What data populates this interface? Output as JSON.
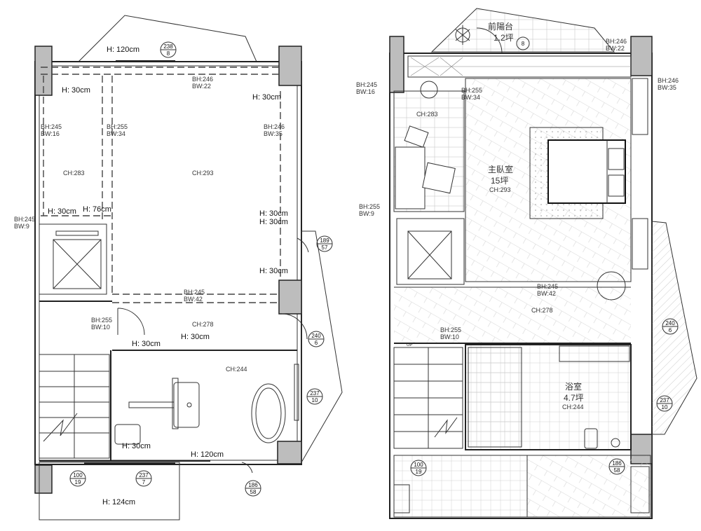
{
  "left_plan": {
    "heights": {
      "balcony_top": "H: 120cm",
      "a1": "H: 30cm",
      "a2": "H: 30cm",
      "a3": "H: 30cm",
      "a4": "H: 76cm",
      "a5": "H: 30cm",
      "a6": "H: 30cm",
      "a7": "H: 30cm",
      "a8": "H: 30cm",
      "a9": "H: 30cm",
      "a10": "H: 30cm",
      "bath_bottom": "H: 120cm",
      "bottom_balcony": "H: 124cm"
    },
    "beams": {
      "b1a": "BH:246",
      "b1b": "BW:22",
      "b2a": "BH:245",
      "b2b": "BW:16",
      "b3a": "BH:255",
      "b3b": "BW:34",
      "b4a": "BH:246",
      "b4b": "BW:35",
      "b5a": "BH:245",
      "b5b": "BW:9",
      "b6a": "BH:245",
      "b6b": "BW:42",
      "b7a": "BH:255",
      "b7b": "BW:10"
    },
    "ceilings": {
      "c1": "CH:283",
      "c2": "CH:293",
      "c3": "CH:278",
      "c4": "CH:244"
    },
    "badges": [
      {
        "top": "238",
        "bottom": "8"
      },
      {
        "top": "189",
        "bottom": "57"
      },
      {
        "top": "240",
        "bottom": "6"
      },
      {
        "top": "237",
        "bottom": "10"
      },
      {
        "top": "100",
        "bottom": "19"
      },
      {
        "top": "237",
        "bottom": "7"
      },
      {
        "top": "186",
        "bottom": "58"
      }
    ]
  },
  "right_plan": {
    "rooms": {
      "front_balcony": "前陽台",
      "front_balcony_area": "1.2坪",
      "master": "主臥室",
      "master_area": "15坪",
      "bath": "浴室",
      "bath_area": "4.7坪"
    },
    "beams": {
      "b1a": "BH:246",
      "b1b": "BW:22",
      "b2a": "BH:245",
      "b2b": "BW:16",
      "b3a": "BH:255",
      "b3b": "BW:34",
      "b4a": "BH:246",
      "b4b": "BW:35",
      "b5a": "BH:255",
      "b5b": "BW:9",
      "b6a": "BH:245",
      "b6b": "BW:42",
      "b7a": "BH:255",
      "b7b": "BW:10"
    },
    "ceilings": {
      "c1": "CH:283",
      "c2": "CH:293",
      "c3": "CH:278",
      "c4": "CH:244"
    },
    "stair_mark": "UP",
    "badges": [
      {
        "top": "8",
        "bottom": ""
      },
      {
        "top": "240",
        "bottom": "6"
      },
      {
        "top": "237",
        "bottom": "10"
      },
      {
        "top": "100",
        "bottom": "19"
      },
      {
        "top": "186",
        "bottom": "58"
      }
    ]
  }
}
